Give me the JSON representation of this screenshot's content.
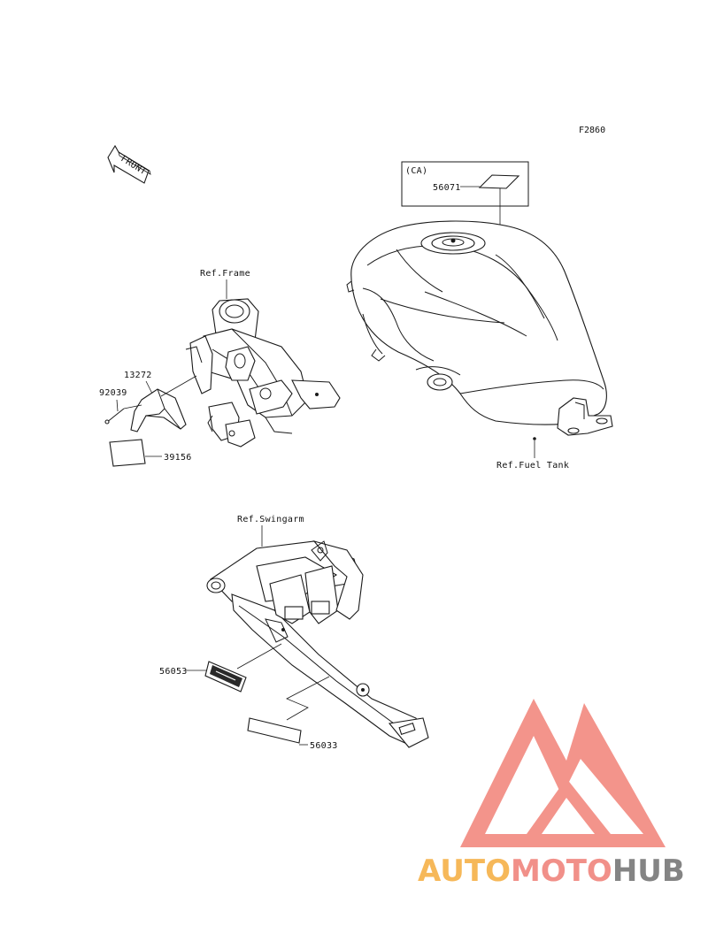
{
  "figure_code": "F2860",
  "front_label": "FRONT",
  "ca_box": {
    "region": "(CA)",
    "part": "56071"
  },
  "frame": {
    "ref": "Ref.Frame",
    "parts": {
      "bracket": "13272",
      "pin": "92039",
      "label": "39156"
    }
  },
  "tank": {
    "ref": "Ref.Fuel Tank"
  },
  "swingarm": {
    "ref": "Ref.Swingarm",
    "parts": {
      "label_upper": "56053",
      "label_lower": "56033"
    }
  },
  "watermark": {
    "parts": [
      "AUTO",
      "MOTO",
      "HUB"
    ],
    "colors": {
      "triangle": "#f28b82",
      "auto": "#f6b24c",
      "moto": "#f0877f",
      "hub": "#7a7a7a"
    }
  }
}
